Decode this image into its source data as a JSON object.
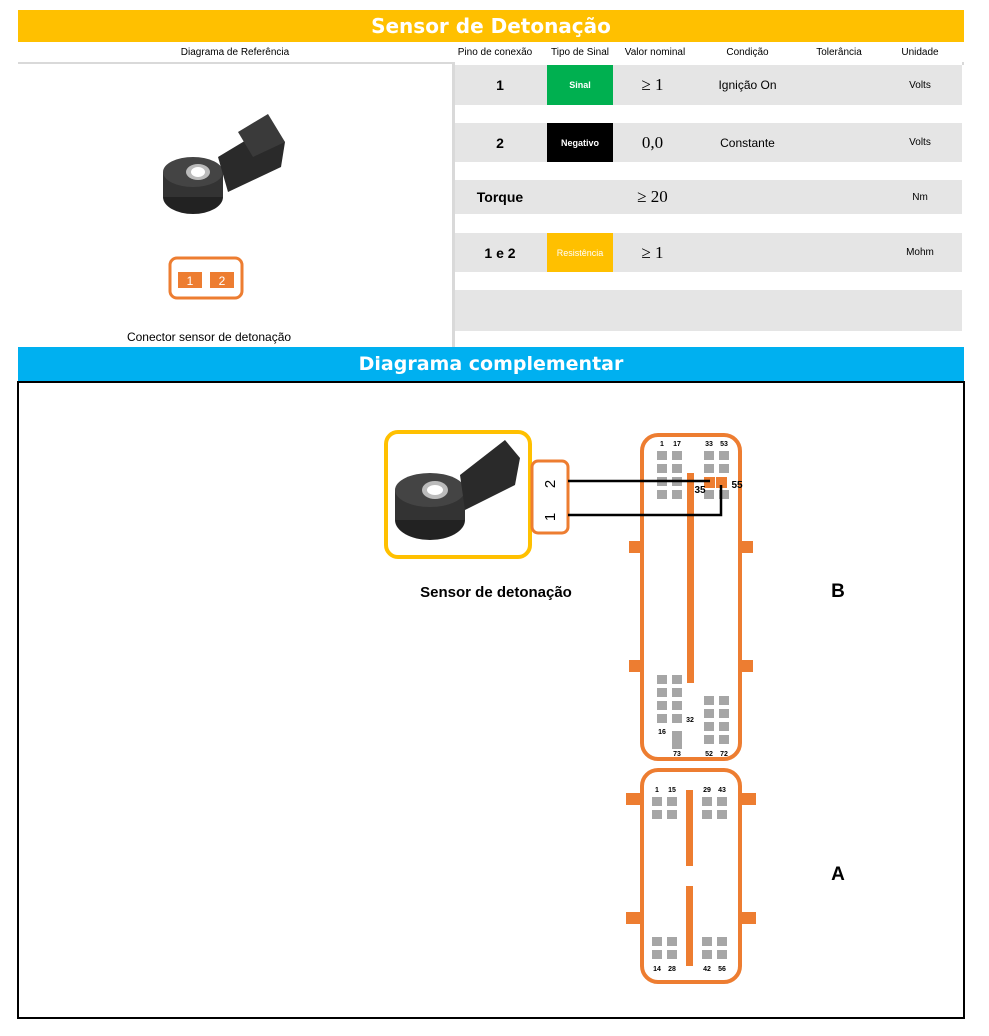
{
  "title": "Sensor de Detonação",
  "headers": {
    "ref": "Diagrama de Referência",
    "pin": "Pino de conexão",
    "type": "Tipo de Sinal",
    "value": "Valor nominal",
    "condition": "Condição",
    "tolerance": "Tolerância",
    "unit": "Unidade"
  },
  "rows": [
    {
      "pin": "1",
      "type": "Sinal",
      "type_color": "#00b050",
      "value": "≥ 1",
      "condition": "Ignição On",
      "unit": "Volts"
    },
    {
      "pin": "2",
      "type": "Negativo",
      "type_color": "#000000",
      "value": "0,0",
      "condition": "Constante",
      "unit": "Volts"
    },
    {
      "pin": "Torque",
      "type": "",
      "value": "≥ 20",
      "condition": "",
      "unit": "Nm"
    },
    {
      "pin": "1 e 2",
      "type": "Resistência",
      "type_color": "#ffc000",
      "value": "≥ 1",
      "condition": "",
      "unit": "Mohm"
    }
  ],
  "connector": {
    "pins": [
      "1",
      "2"
    ],
    "caption": "Conector sensor de detonação"
  },
  "complementary": {
    "title": "Diagrama complementar",
    "sensor_label": "Sensor de detonação",
    "sensor_pins": [
      "2",
      "1"
    ],
    "connector_b": {
      "label": "B",
      "pins": [
        "1",
        "17",
        "33",
        "53",
        "35",
        "55",
        "16",
        "73",
        "32",
        "52",
        "72"
      ]
    },
    "connector_a": {
      "label": "A",
      "pins": [
        "1",
        "15",
        "29",
        "43",
        "14",
        "28",
        "42",
        "56"
      ]
    }
  },
  "colors": {
    "orange": "#ed7d31",
    "yellow": "#ffc000",
    "blue": "#00b0f0",
    "grey": "#a6a6a6"
  }
}
